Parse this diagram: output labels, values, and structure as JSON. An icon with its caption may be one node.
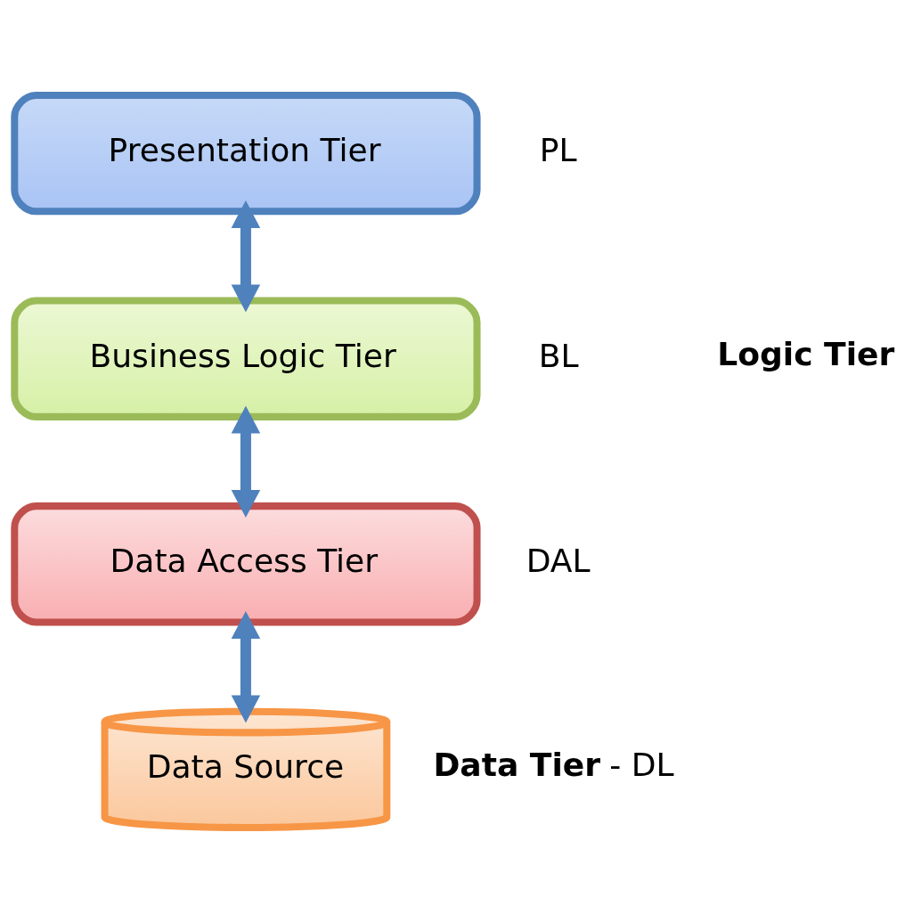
{
  "diagram": {
    "nodes": [
      {
        "text": [
          "Presentation Tier"
        ],
        "beside": [
          "PL"
        ]
      },
      {
        "text": [
          "Business Logic Tier"
        ],
        "beside": [
          "BL"
        ]
      },
      {
        "text": [
          "Data Access Tier"
        ],
        "beside": [
          "DAL"
        ]
      },
      {
        "text": [
          "Data Source"
        ],
        "beside": [
          "**Data Tier** - DL"
        ]
      }
    ],
    "edges": [
      {
        "from": 0,
        "to": 1,
        "arrow": "both"
      },
      {
        "from": 1,
        "to": 2,
        "arrow": "both"
      },
      {
        "from": 2,
        "to": 3,
        "arrow": "both"
      }
    ],
    "labels": [
      "Logic Tier"
    ]
  }
}
